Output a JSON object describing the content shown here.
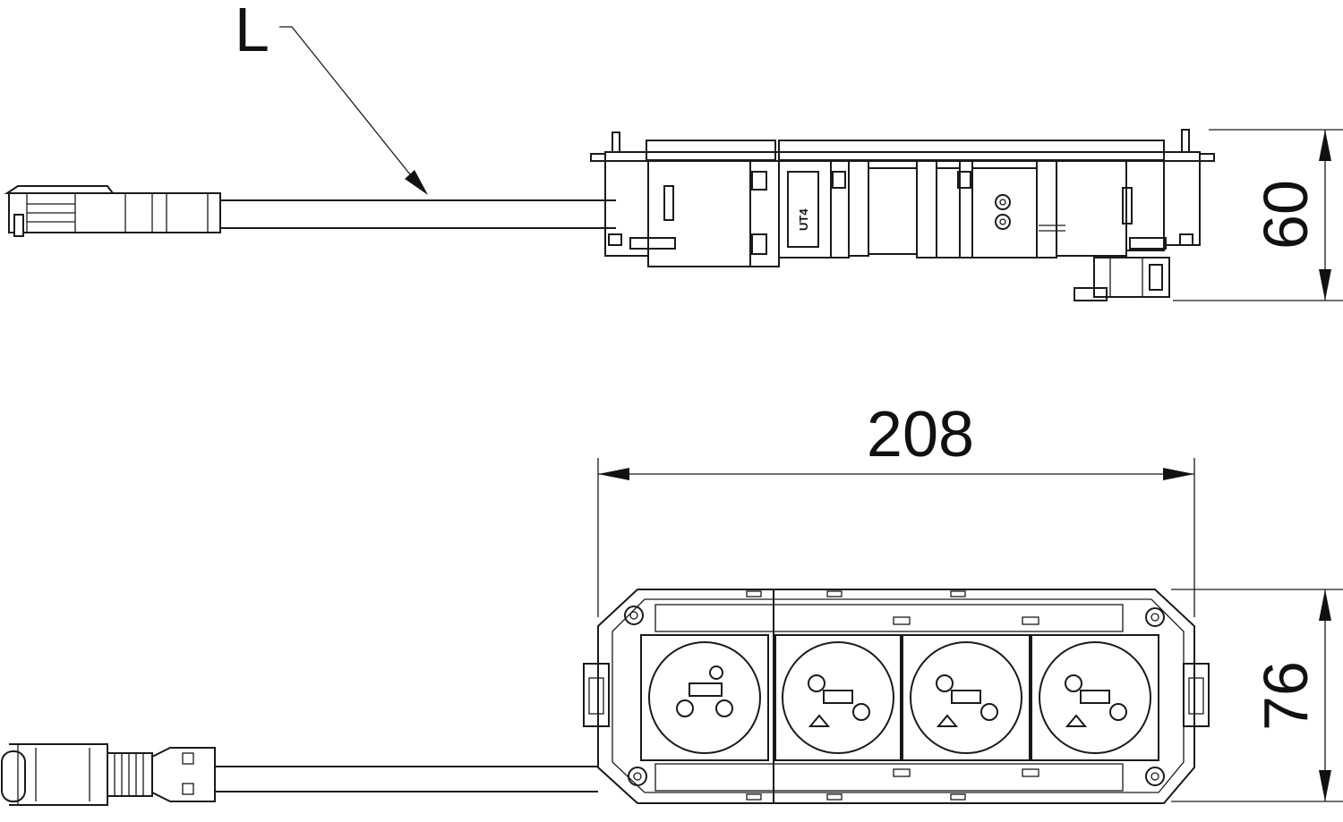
{
  "labels": {
    "cable_length": "L",
    "height_dimension": "60",
    "width_dimension": "208",
    "depth_dimension": "76",
    "module_marking": "UT4"
  },
  "colors": {
    "line": "#1a1a1a",
    "background": "#ffffff"
  }
}
